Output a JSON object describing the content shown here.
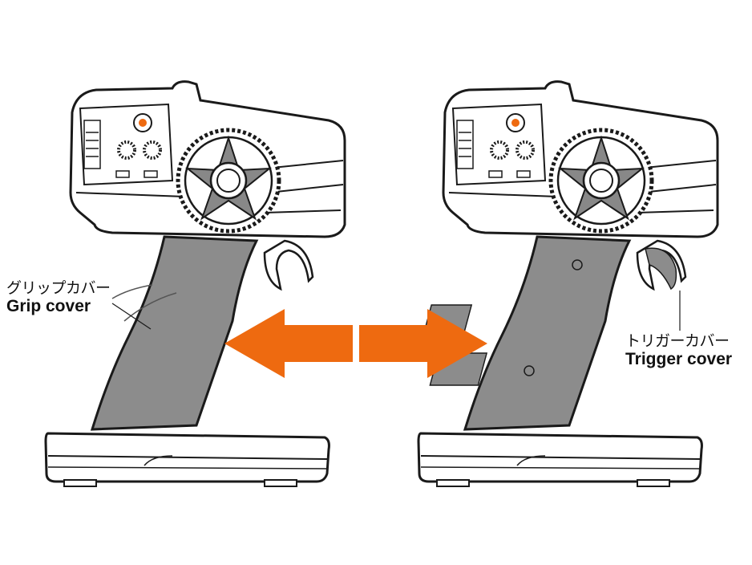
{
  "labels": {
    "grip_cover_jp": "グリップカバー",
    "grip_cover_en": "Grip cover",
    "trigger_cover_jp": "トリガーカバー",
    "trigger_cover_en": "Trigger cover"
  },
  "colors": {
    "arrow": "#EE6A10",
    "grip": "#8C8C8C",
    "outline": "#1A1A1A",
    "indicator": "#EE6A10"
  }
}
